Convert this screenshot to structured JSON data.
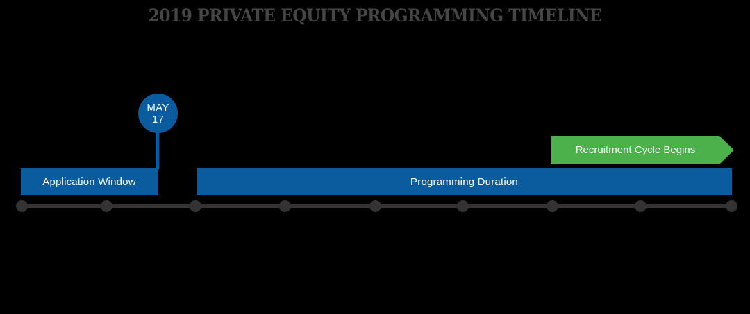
{
  "page": {
    "background_color": "#000000",
    "title": "2019 PRIVATE EQUITY PROGRAMMING TIMELINE",
    "title_color": "#454545"
  },
  "theme": {
    "bar_blue": "#0b5c9e",
    "callout_green": "#4cb14a",
    "axis_gray": "#333333",
    "label_white": "#ffffff"
  },
  "timeline": {
    "axis": {
      "dot_count": 9,
      "dot_color": "#333333",
      "line_color": "#333333"
    },
    "bars": [
      {
        "label": "Application Window",
        "color": "#0b5c9e",
        "text_color": "#ffffff"
      },
      {
        "label": "Programming Duration",
        "color": "#0b5c9e",
        "text_color": "#ffffff"
      }
    ],
    "milestone": {
      "month": "MAY",
      "day": "17",
      "color": "#0b5c9e",
      "text_color": "#ffffff"
    },
    "callout": {
      "label": "Recruitment Cycle Begins",
      "color": "#4cb14a",
      "text_color": "#ffffff",
      "shape": "right-arrow-banner"
    }
  }
}
